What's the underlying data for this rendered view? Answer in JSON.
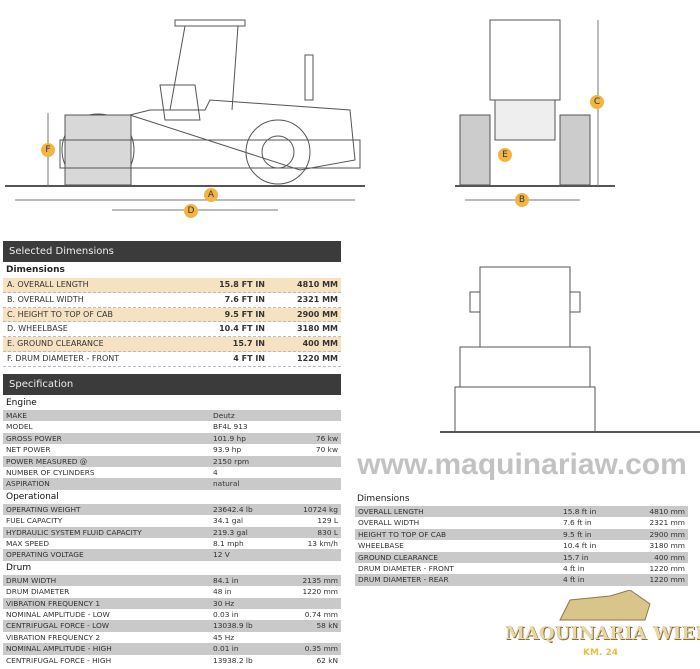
{
  "diagram": {
    "labels": [
      "A",
      "B",
      "C",
      "D",
      "E",
      "F"
    ]
  },
  "selected": {
    "title": "Selected Dimensions",
    "section": "Dimensions",
    "rows": [
      {
        "label": "A. OVERALL LENGTH",
        "imperial": "15.8 ft in",
        "metric": "4810 mm"
      },
      {
        "label": "B. OVERALL WIDTH",
        "imperial": "7.6 ft in",
        "metric": "2321 mm"
      },
      {
        "label": "C. HEIGHT TO TOP OF CAB",
        "imperial": "9.5 ft in",
        "metric": "2900 mm"
      },
      {
        "label": "D. WHEELBASE",
        "imperial": "10.4 ft in",
        "metric": "3180 mm"
      },
      {
        "label": "E. GROUND CLEARANCE",
        "imperial": "15.7 in",
        "metric": "400 mm"
      },
      {
        "label": "F. DRUM DIAMETER - FRONT",
        "imperial": "4 ft in",
        "metric": "1220 mm"
      }
    ]
  },
  "watermark": "www.maquinariaw.com",
  "spec": {
    "title": "Specification",
    "groups": [
      {
        "name": "Engine",
        "rows": [
          {
            "label": "MAKE",
            "imperial": "Deutz",
            "metric": ""
          },
          {
            "label": "MODEL",
            "imperial": "BF4L 913",
            "metric": ""
          },
          {
            "label": "GROSS POWER",
            "imperial": "101.9 hp",
            "metric": "76 kw"
          },
          {
            "label": "NET POWER",
            "imperial": "93.9 hp",
            "metric": "70 kw"
          },
          {
            "label": "POWER MEASURED @",
            "imperial": "2150 rpm",
            "metric": ""
          },
          {
            "label": "NUMBER OF CYLINDERS",
            "imperial": "4",
            "metric": ""
          },
          {
            "label": "ASPIRATION",
            "imperial": "natural",
            "metric": ""
          }
        ]
      },
      {
        "name": "Operational",
        "rows": [
          {
            "label": "OPERATING WEIGHT",
            "imperial": "23642.4 lb",
            "metric": "10724 kg"
          },
          {
            "label": "FUEL CAPACITY",
            "imperial": "34.1 gal",
            "metric": "129 L"
          },
          {
            "label": "HYDRAULIC SYSTEM FLUID CAPACITY",
            "imperial": "219.3 gal",
            "metric": "830 L"
          },
          {
            "label": "MAX SPEED",
            "imperial": "8.1 mph",
            "metric": "13 km/h"
          },
          {
            "label": "OPERATING VOLTAGE",
            "imperial": "12 V",
            "metric": ""
          }
        ]
      },
      {
        "name": "Drum",
        "rows": [
          {
            "label": "DRUM WIDTH",
            "imperial": "84.1 in",
            "metric": "2135 mm"
          },
          {
            "label": "DRUM DIAMETER",
            "imperial": "48 in",
            "metric": "1220 mm"
          },
          {
            "label": "VIBRATION FREQUENCY 1",
            "imperial": "30 Hz",
            "metric": ""
          },
          {
            "label": "NOMINAL AMPLITUDE - LOW",
            "imperial": "0.03 in",
            "metric": "0.74 mm"
          },
          {
            "label": "CENTRIFUGAL FORCE - LOW",
            "imperial": "13038.9 lb",
            "metric": "58 kN"
          },
          {
            "label": "VIBRATION FREQUENCY 2",
            "imperial": "45 Hz",
            "metric": ""
          },
          {
            "label": "NOMINAL AMPLITUDE - HIGH",
            "imperial": "0.01 in",
            "metric": "0.35 mm"
          },
          {
            "label": "CENTRIFUGAL FORCE - HIGH",
            "imperial": "13938.2 lb",
            "metric": "62 kN"
          }
        ]
      }
    ]
  },
  "right": {
    "section": "Dimensions",
    "rows": [
      {
        "label": "OVERALL LENGTH",
        "imperial": "15.8 ft in",
        "metric": "4810 mm"
      },
      {
        "label": "OVERALL WIDTH",
        "imperial": "7.6 ft in",
        "metric": "2321 mm"
      },
      {
        "label": "HEIGHT TO TOP OF CAB",
        "imperial": "9.5 ft in",
        "metric": "2900 mm"
      },
      {
        "label": "WHEELBASE",
        "imperial": "10.4 ft in",
        "metric": "3180 mm"
      },
      {
        "label": "GROUND CLEARANCE",
        "imperial": "15.7 in",
        "metric": "400 mm"
      },
      {
        "label": "DRUM DIAMETER - FRONT",
        "imperial": "4 ft in",
        "metric": "1220 mm"
      },
      {
        "label": "DRUM DIAMETER - REAR",
        "imperial": "4 ft in",
        "metric": "1220 mm"
      }
    ]
  },
  "logo": {
    "name": "MAQUINARIA WIEBE",
    "sub": "KM. 24"
  }
}
